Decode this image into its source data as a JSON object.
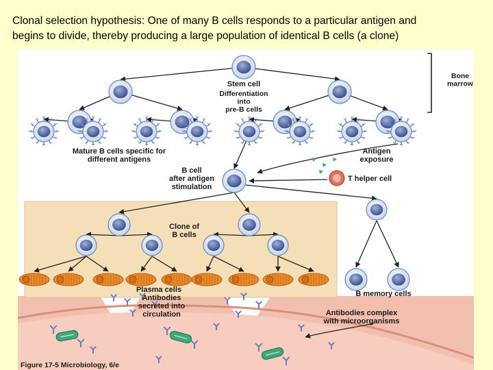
{
  "caption": {
    "line1": "Clonal selection hypothesis:  One of many B cells responds to a particular antigen and",
    "line2": "begins to divide, thereby producing a large population of identical B cells (a clone)"
  },
  "figure": {
    "labels": {
      "stem_cell": "Stem cell",
      "differentiation": [
        "Differentiation",
        "into",
        "pre-B cells"
      ],
      "bone_marrow": [
        "Bone",
        "marrow"
      ],
      "mature_b_cells": [
        "Mature B cells specific for",
        "different antigens"
      ],
      "antigen_exposure": [
        "Antigen",
        "exposure"
      ],
      "b_cell_after": [
        "B cell",
        "after antigen",
        "stimulation"
      ],
      "t_helper": "T helper cell",
      "clone": [
        "Clone of",
        "B cells"
      ],
      "plasma_cells": "Plasma cells",
      "antibodies_secreted": [
        "Antibodies",
        "secreted into",
        "circulation"
      ],
      "b_memory": "B memory cells",
      "antibodies_complex": [
        "Antibodies complex",
        "with microorganisms"
      ],
      "figure_credit": "Figure 17-5  Microbiology, 6/e"
    },
    "colors": {
      "cell_fill": "#d8e4f4",
      "cell_edge": "#6f86b8",
      "nucleus": "#5a6fa8",
      "plasma": "#e8892a",
      "clone_panel": "#f5dfb8",
      "tissue": "#f2bfae",
      "vessel": "#fde7dc",
      "microbe": "#3fa87a",
      "t_helper": "#e0705a"
    }
  }
}
